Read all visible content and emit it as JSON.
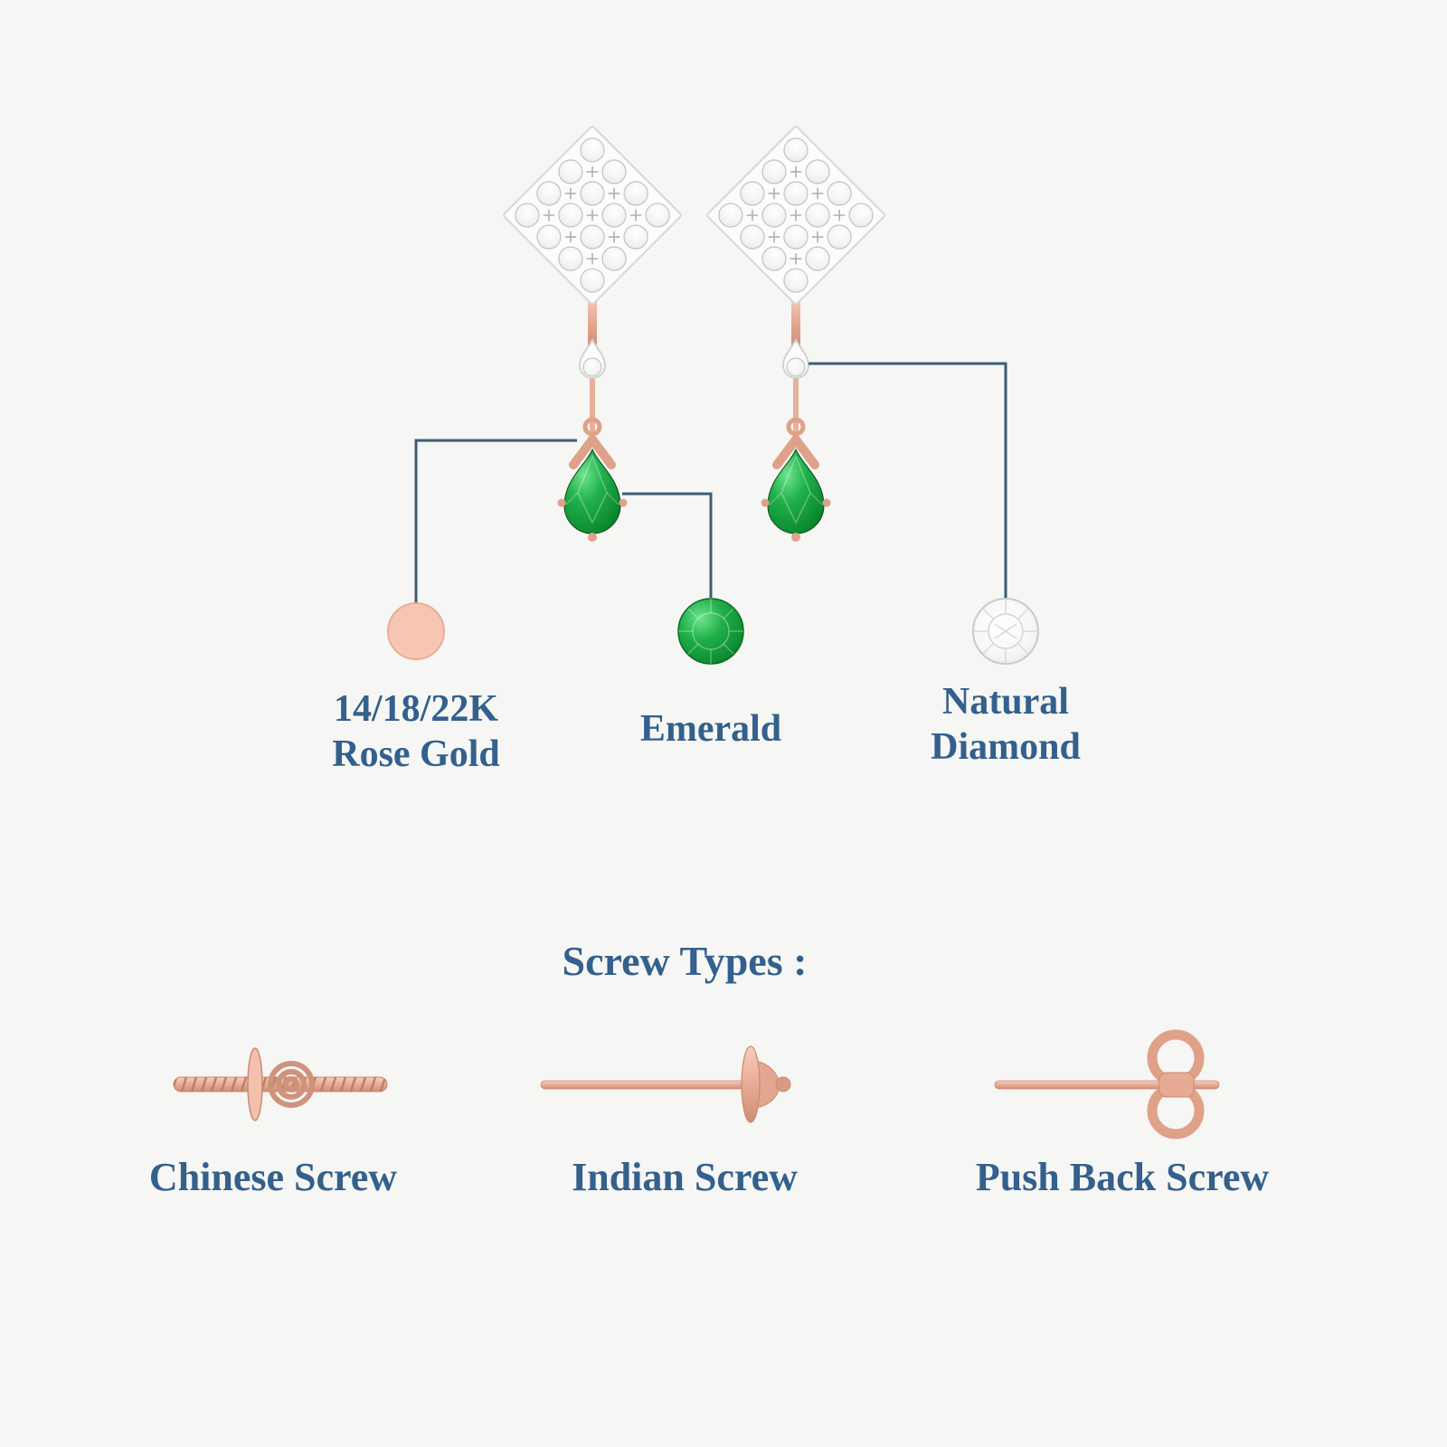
{
  "colors": {
    "background": "#f6f6f5",
    "text": "#33608c",
    "callout_line": "#3e5c78",
    "rose_gold_swatch": "#f7c6b3",
    "emerald": "#149c38",
    "diamond": "#ffffff"
  },
  "materials": {
    "rose_gold": {
      "line1": "14/18/22K",
      "line2": "Rose Gold"
    },
    "emerald": {
      "line1": "Emerald"
    },
    "natural_diamond": {
      "line1": "Natural",
      "line2": "Diamond"
    }
  },
  "screws": {
    "heading": "Screw Types :",
    "items": [
      {
        "label": "Chinese Screw"
      },
      {
        "label": "Indian Screw"
      },
      {
        "label": "Push Back Screw"
      }
    ]
  }
}
